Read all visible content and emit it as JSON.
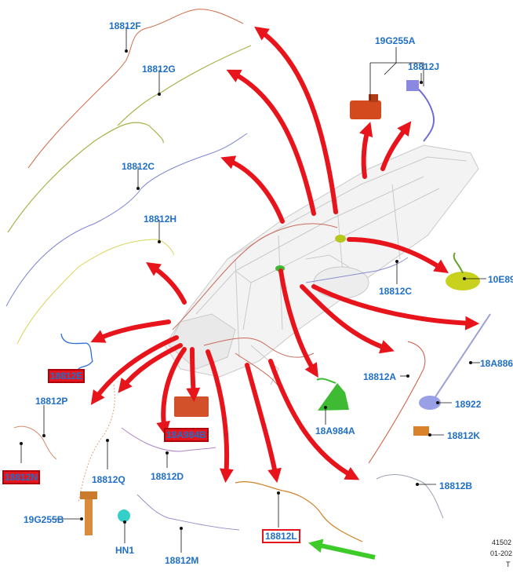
{
  "labels": {
    "p18812F": "18812F",
    "p18812G": "18812G",
    "p18812C_top": "18812C",
    "p18812H": "18812H",
    "p18812E": "18812E",
    "p18812P": "18812P",
    "p18812N": "18812N",
    "p18812Q": "18812Q",
    "p18A984B": "18A984B",
    "p18812D": "18812D",
    "p19G255B": "19G255B",
    "pHN1": "HN1",
    "p18812M": "18812M",
    "p18812L": "18812L",
    "p18812B": "18812B",
    "p18812K": "18812K",
    "p18922": "18922",
    "p18A886": "18A886",
    "p18A984A": "18A984A",
    "p18812A": "18812A",
    "p18812C_mid": "18812C",
    "p10E89": "10E89",
    "p19G255A": "19G255A",
    "p18812J": "18812J"
  },
  "footer": {
    "code": "41502",
    "date": "01-202",
    "suffix": "T"
  },
  "colors": {
    "label": "#1f6fc7",
    "arrow": "#e8141c",
    "pointer": "#3ecb2a",
    "highlight_box": "#e8141c"
  }
}
